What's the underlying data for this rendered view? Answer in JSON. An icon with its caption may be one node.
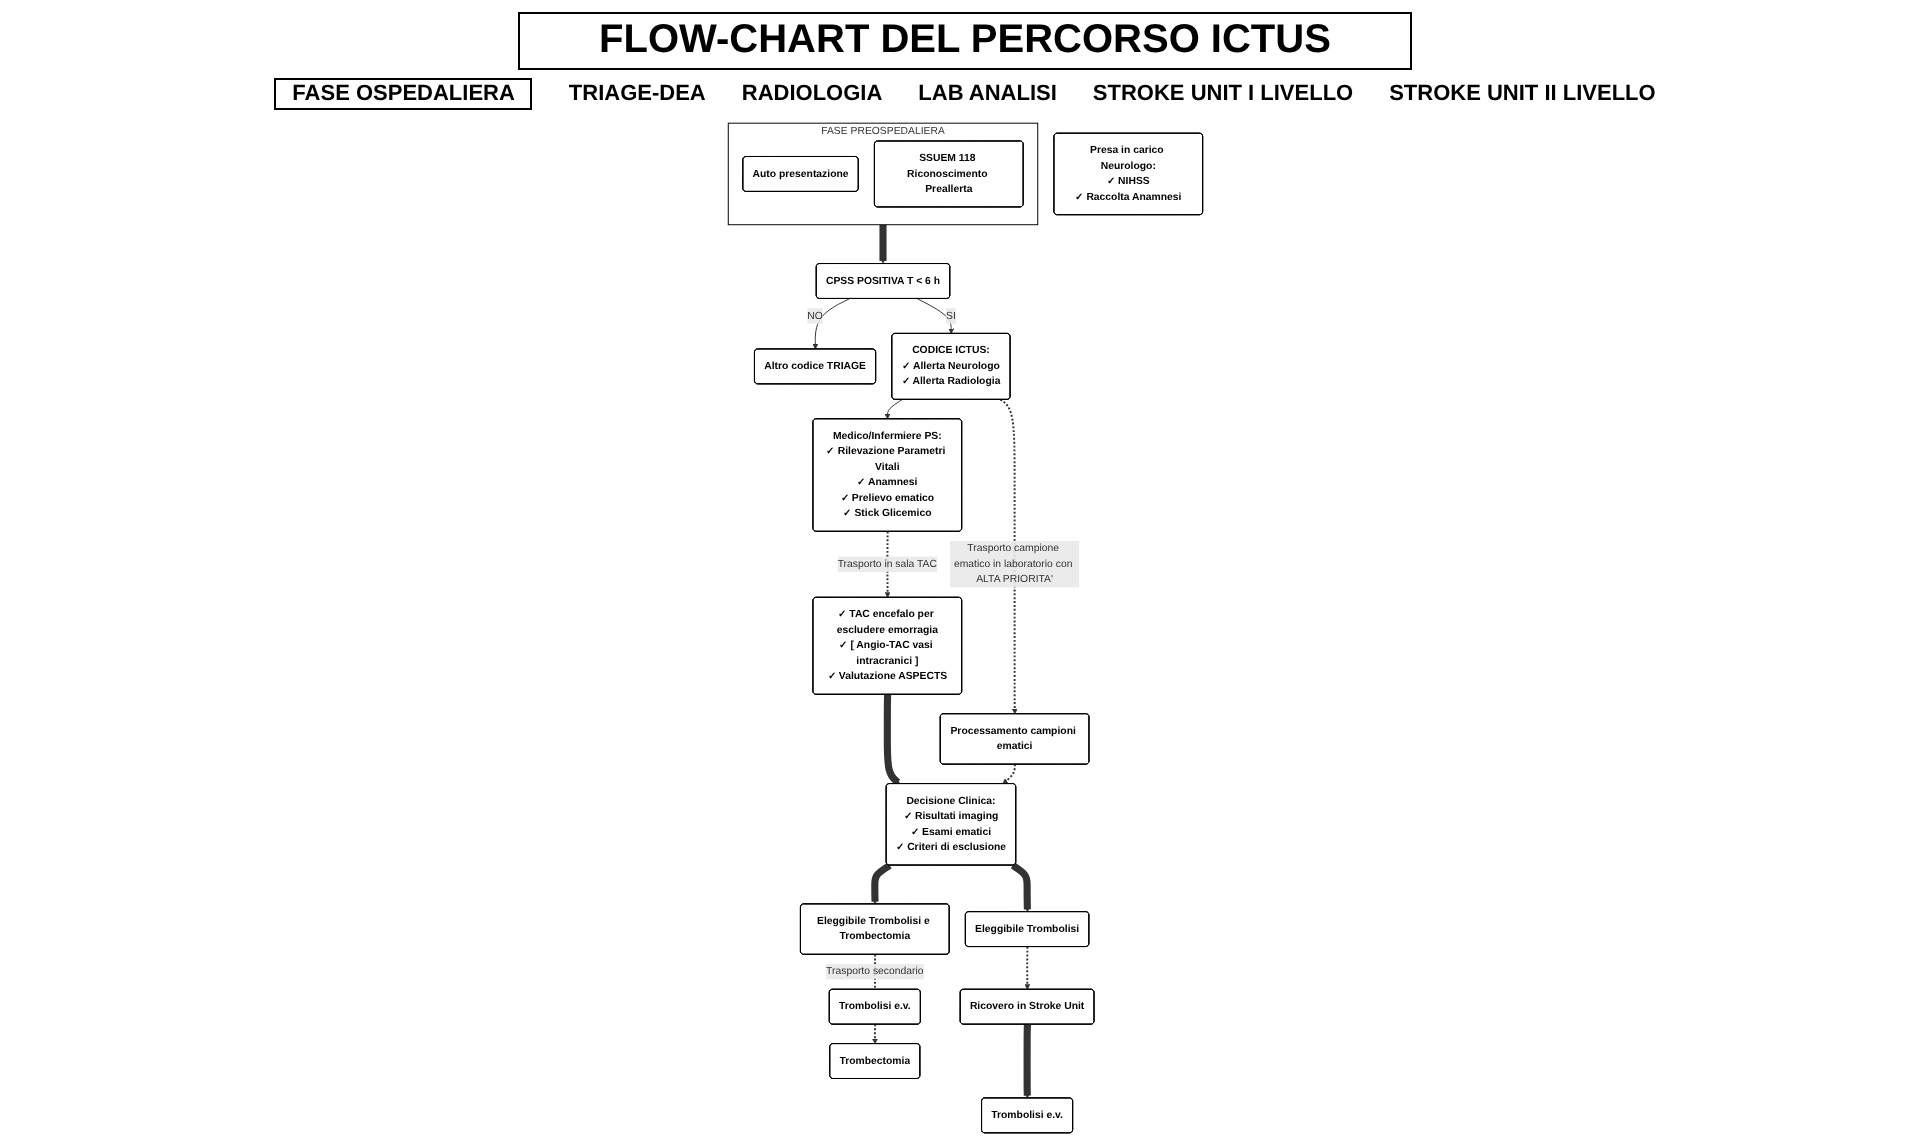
{
  "diagram": {
    "title": "FLOW-CHART DEL PERCORSO ICTUS",
    "nodes": [
      {
        "text": [
          "FASE PREOSPEDALIERA"
        ]
      },
      {
        "text": [
          "Auto presentazione"
        ],
        "in": 0
      },
      {
        "text": [
          "SSUEM 118 Riconoscimento Preallerta"
        ],
        "in": 0
      },
      {
        "text": [
          "CPSS POSITIVA T < 6 h"
        ]
      },
      {
        "text": [
          "Altro codice TRIAGE"
        ]
      },
      {
        "text": [
          "CODICE ICTUS:",
          "✓ Allerta Neurologo",
          "✓ Allerta Radiologia"
        ]
      },
      {
        "text": [
          "Medico/Infermiere PS:",
          "✓ Rilevazione Parametri Vitali",
          "✓ Anamnesi",
          "✓ Prelievo ematico",
          "✓ Stick Glicemico"
        ]
      },
      {
        "text": [
          "Presa in carico Neurologo:",
          "✓ NIHSS",
          "✓ Raccolta Anamnesi"
        ]
      },
      {
        "text": [
          "✓ TAC encefalo per escludere emorragia",
          "✓ [ Angio-TAC vasi intracranici ]",
          "✓ Valutazione ASPECTS"
        ]
      },
      {
        "text": [
          "Processamento campioni ematici"
        ]
      },
      {
        "text": [
          "Decisione Clinica:",
          "✓ Risultati imaging",
          "✓ Esami ematici",
          "✓ Criteri di esclusione"
        ]
      },
      {
        "text": [
          "Eleggibile Trombolisi"
        ]
      },
      {
        "text": [
          "Eleggibile Trombolisi e Trombectomia"
        ]
      },
      {
        "text": [
          "Ricovero in Stroke Unit"
        ]
      },
      {
        "text": [
          "Trombolisi e.v."
        ]
      },
      {
        "text": [
          "Trombolisi e.v."
        ]
      },
      {
        "text": [
          "Trombectomia"
        ]
      }
    ],
    "edges": [
      {
        "from": 0,
        "to": 3,
        "arrow": "to",
        "style": "thick"
      },
      {
        "from": 3,
        "to": 4,
        "arrow": "to",
        "label": "NO"
      },
      {
        "from": 3,
        "to": 5,
        "arrow": "to",
        "label": "SI"
      },
      {
        "from": 5,
        "to": 9,
        "arrow": "to",
        "style": "dashed",
        "label": "Trasporto campione ematico in laboratorio con ALTA PRIORITA'"
      },
      {
        "from": 5,
        "to": 6,
        "arrow": "to"
      },
      {
        "from": 6,
        "to": 8,
        "arrow": "to",
        "style": "dashed",
        "label": "Trasporto in sala TAC"
      },
      {
        "from": 8,
        "to": 10,
        "arrow": "to",
        "style": "thick"
      },
      {
        "from": 9,
        "to": 10,
        "arrow": "to",
        "style": "dashed"
      },
      {
        "from": 10,
        "to": 11,
        "arrow": "to",
        "style": "thick"
      },
      {
        "from": 10,
        "to": 12,
        "arrow": "to",
        "style": "thick"
      },
      {
        "from": 11,
        "to": 13,
        "arrow": "to",
        "style": "dashed"
      },
      {
        "from": 13,
        "to": 14,
        "arrow": "to",
        "style": "thick"
      },
      {
        "from": 12,
        "to": 15,
        "arrow": "none",
        "style": "dashed",
        "label": "Trasporto secondario"
      },
      {
        "from": 15,
        "to": 16,
        "arrow": "to",
        "style": "dashed"
      }
    ],
    "labels": [
      "FASE OSPEDALIERA",
      "TRIAGE-DEA",
      "RADIOLOGIA",
      "LAB ANALISI",
      "STROKE UNIT I LIVELLO",
      "STROKE UNIT II LIVELLO"
    ]
  }
}
